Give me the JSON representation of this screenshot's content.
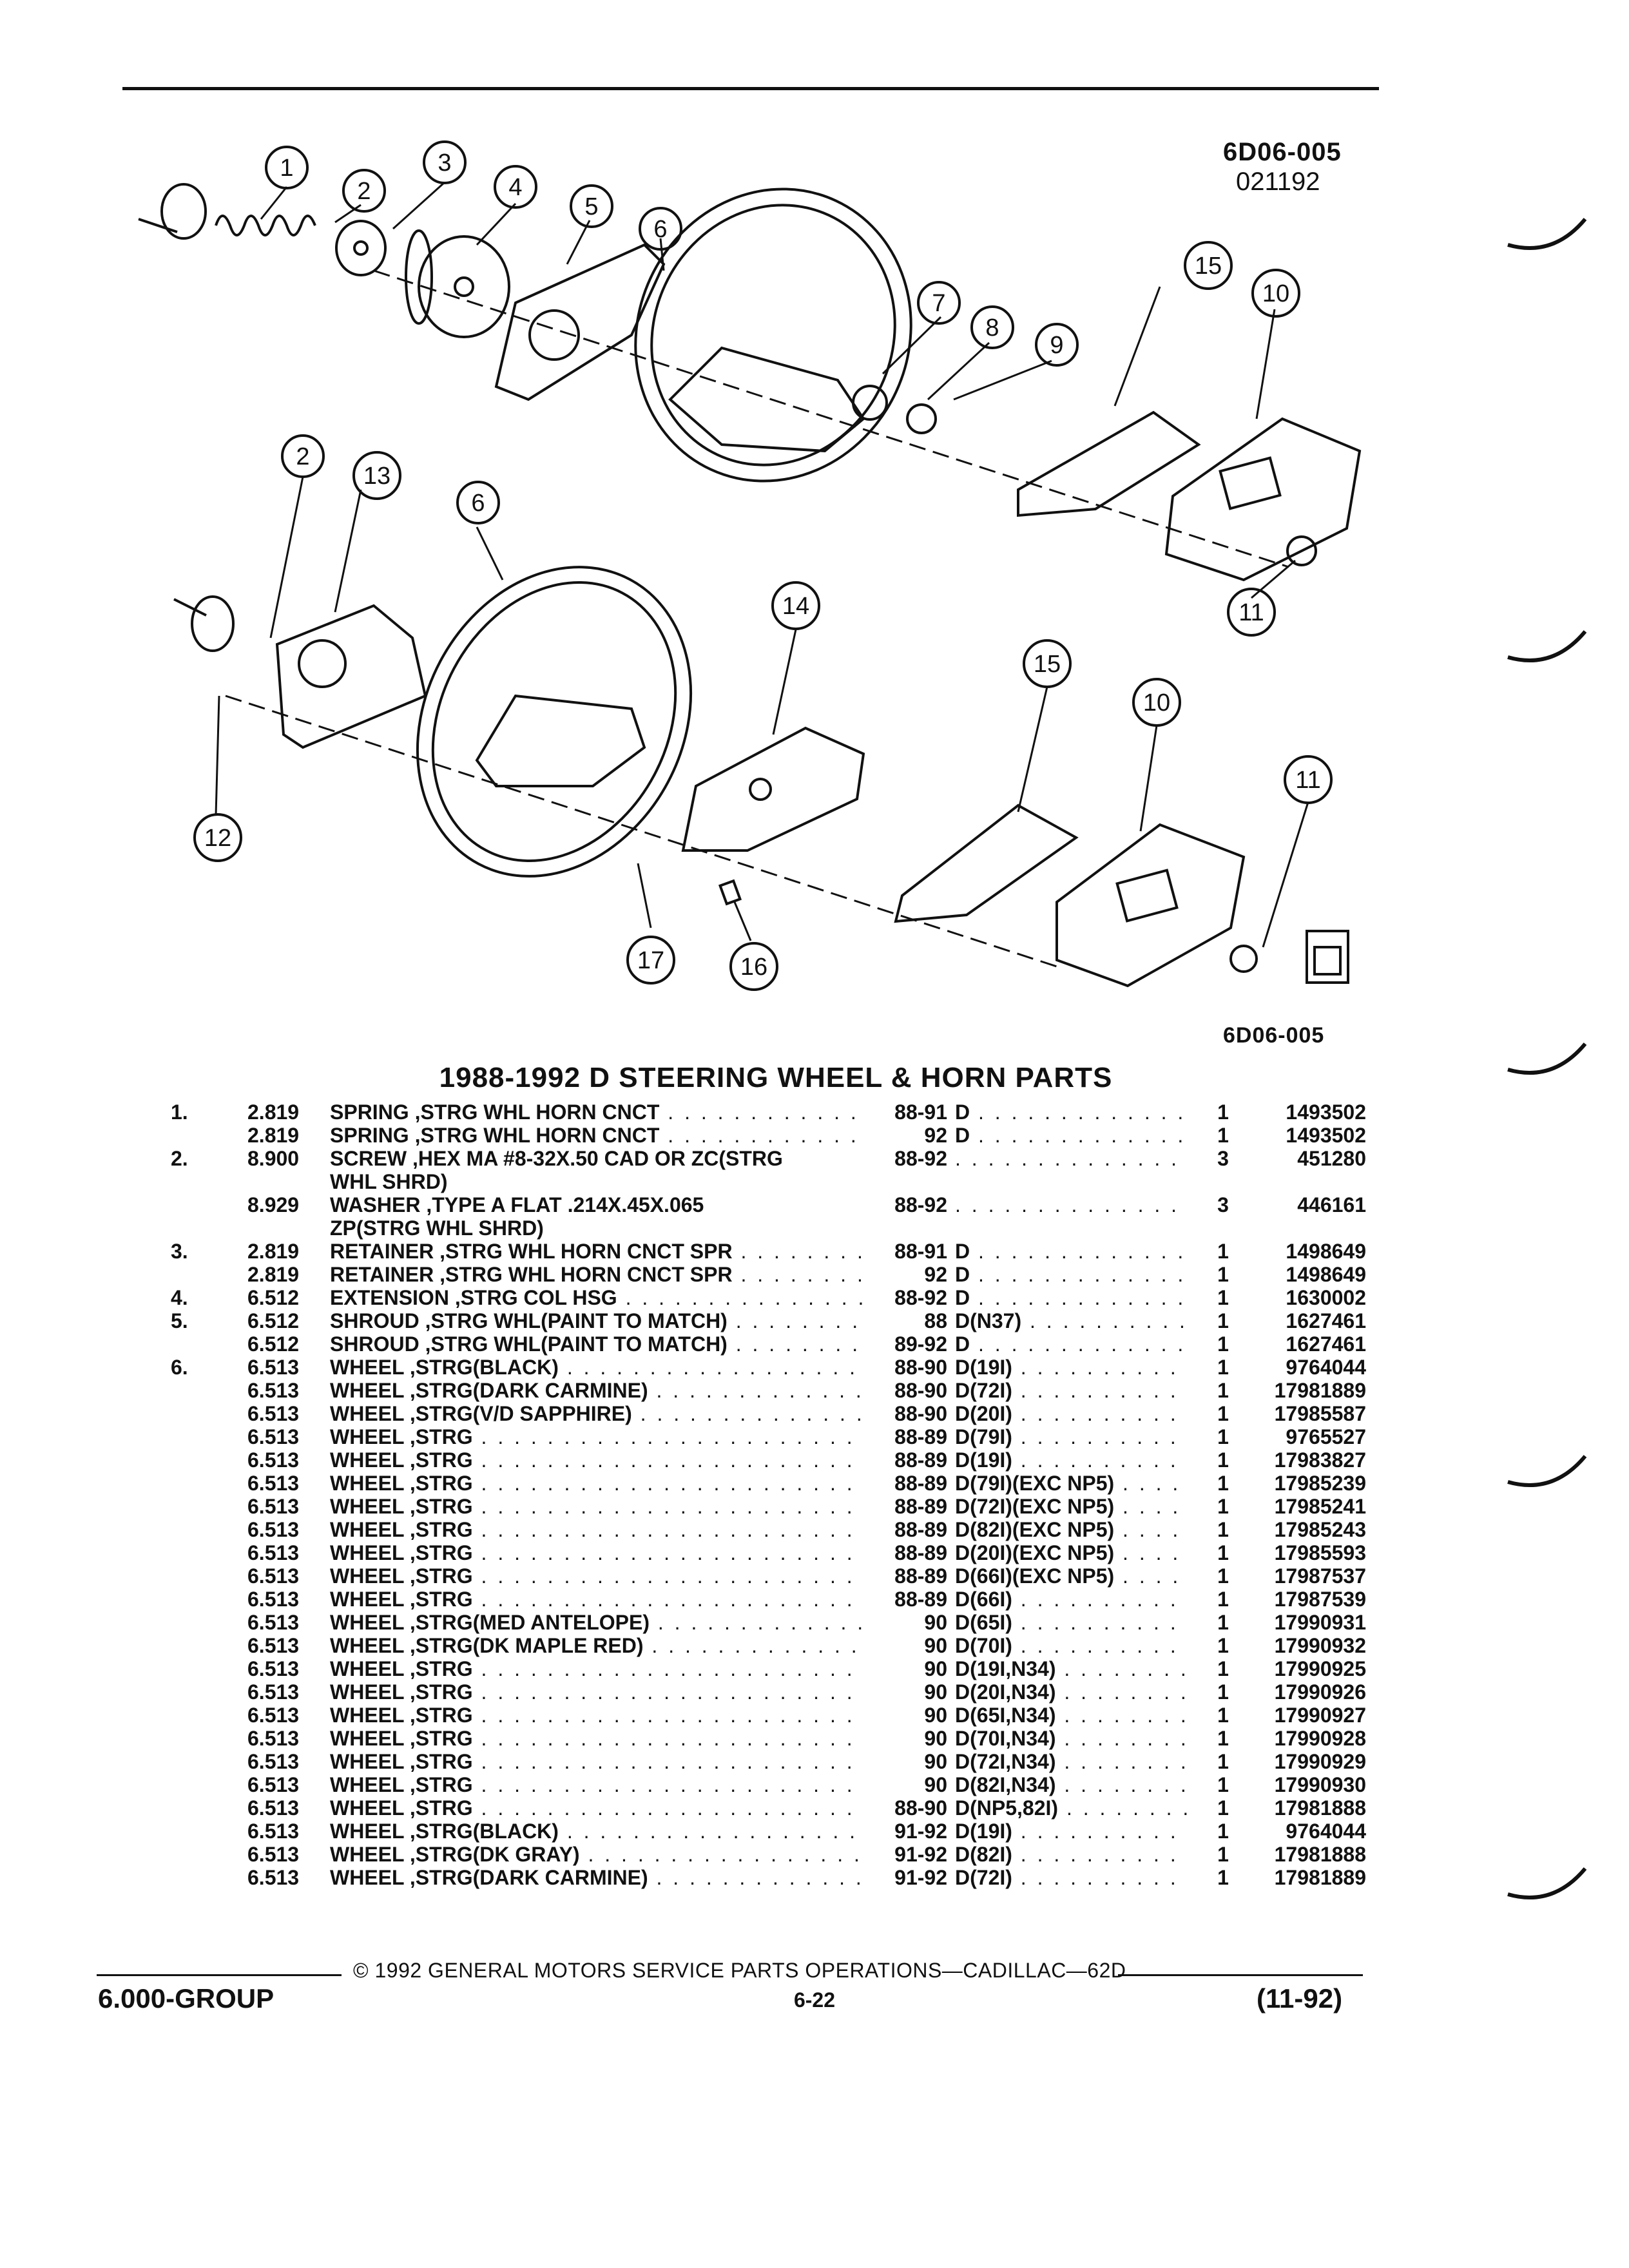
{
  "figure": {
    "code_top": "6D06-005",
    "date_top": "021192",
    "code_bottom": "6D06-005",
    "callouts": [
      "1",
      "2",
      "3",
      "4",
      "5",
      "6",
      "7",
      "8",
      "9",
      "10",
      "11",
      "12",
      "13",
      "14",
      "15",
      "16",
      "17"
    ]
  },
  "title": "1988-1992 D STEERING WHEEL & HORN PARTS",
  "parts": [
    {
      "item": "1.",
      "group": "2.819",
      "desc": "SPRING ,STRG WHL HORN CNCT",
      "years": "88-91",
      "option": "D",
      "qty": "1",
      "part": "1493502"
    },
    {
      "item": "",
      "group": "2.819",
      "desc": "SPRING ,STRG WHL HORN CNCT",
      "years": "92",
      "option": "D",
      "qty": "1",
      "part": "1493502"
    },
    {
      "item": "2.",
      "group": "8.900",
      "desc": "SCREW ,HEX MA #8-32X.50 CAD OR ZC(STRG",
      "cont": "WHL SHRD)",
      "years": "88-92",
      "option": "",
      "qty": "3",
      "part": "451280"
    },
    {
      "item": "",
      "group": "8.929",
      "desc": "WASHER ,TYPE A FLAT .214X.45X.065",
      "cont": "ZP(STRG WHL SHRD)",
      "years": "88-92",
      "option": "",
      "qty": "3",
      "part": "446161"
    },
    {
      "item": "3.",
      "group": "2.819",
      "desc": "RETAINER ,STRG WHL HORN CNCT SPR",
      "years": "88-91",
      "option": "D",
      "qty": "1",
      "part": "1498649"
    },
    {
      "item": "",
      "group": "2.819",
      "desc": "RETAINER ,STRG WHL HORN CNCT SPR",
      "years": "92",
      "option": "D",
      "qty": "1",
      "part": "1498649"
    },
    {
      "item": "4.",
      "group": "6.512",
      "desc": "EXTENSION ,STRG COL HSG",
      "years": "88-92",
      "option": "D",
      "qty": "1",
      "part": "1630002"
    },
    {
      "item": "5.",
      "group": "6.512",
      "desc": "SHROUD ,STRG WHL(PAINT TO MATCH)",
      "years": "88",
      "option": "D(N37)",
      "qty": "1",
      "part": "1627461"
    },
    {
      "item": "",
      "group": "6.512",
      "desc": "SHROUD ,STRG WHL(PAINT TO MATCH)",
      "years": "89-92",
      "option": "D",
      "qty": "1",
      "part": "1627461"
    },
    {
      "item": "6.",
      "group": "6.513",
      "desc": "WHEEL ,STRG(BLACK)",
      "years": "88-90",
      "option": "D(19I)",
      "qty": "1",
      "part": "9764044"
    },
    {
      "item": "",
      "group": "6.513",
      "desc": "WHEEL ,STRG(DARK CARMINE)",
      "years": "88-90",
      "option": "D(72I)",
      "qty": "1",
      "part": "17981889"
    },
    {
      "item": "",
      "group": "6.513",
      "desc": "WHEEL ,STRG(V/D SAPPHIRE)",
      "years": "88-90",
      "option": "D(20I)",
      "qty": "1",
      "part": "17985587"
    },
    {
      "item": "",
      "group": "6.513",
      "desc": "WHEEL ,STRG",
      "years": "88-89",
      "option": "D(79I)",
      "qty": "1",
      "part": "9765527"
    },
    {
      "item": "",
      "group": "6.513",
      "desc": "WHEEL ,STRG",
      "years": "88-89",
      "option": "D(19I)",
      "qty": "1",
      "part": "17983827"
    },
    {
      "item": "",
      "group": "6.513",
      "desc": "WHEEL ,STRG",
      "years": "88-89",
      "option": "D(79I)(EXC NP5)",
      "qty": "1",
      "part": "17985239"
    },
    {
      "item": "",
      "group": "6.513",
      "desc": "WHEEL ,STRG",
      "years": "88-89",
      "option": "D(72I)(EXC NP5)",
      "qty": "1",
      "part": "17985241"
    },
    {
      "item": "",
      "group": "6.513",
      "desc": "WHEEL ,STRG",
      "years": "88-89",
      "option": "D(82I)(EXC NP5)",
      "qty": "1",
      "part": "17985243"
    },
    {
      "item": "",
      "group": "6.513",
      "desc": "WHEEL ,STRG",
      "years": "88-89",
      "option": "D(20I)(EXC NP5)",
      "qty": "1",
      "part": "17985593"
    },
    {
      "item": "",
      "group": "6.513",
      "desc": "WHEEL ,STRG",
      "years": "88-89",
      "option": "D(66I)(EXC NP5)",
      "qty": "1",
      "part": "17987537"
    },
    {
      "item": "",
      "group": "6.513",
      "desc": "WHEEL ,STRG",
      "years": "88-89",
      "option": "D(66I)",
      "qty": "1",
      "part": "17987539"
    },
    {
      "item": "",
      "group": "6.513",
      "desc": "WHEEL ,STRG(MED ANTELOPE)",
      "years": "90",
      "option": "D(65I)",
      "qty": "1",
      "part": "17990931"
    },
    {
      "item": "",
      "group": "6.513",
      "desc": "WHEEL ,STRG(DK MAPLE RED)",
      "years": "90",
      "option": "D(70I)",
      "qty": "1",
      "part": "17990932"
    },
    {
      "item": "",
      "group": "6.513",
      "desc": "WHEEL ,STRG",
      "years": "90",
      "option": "D(19I,N34)",
      "qty": "1",
      "part": "17990925"
    },
    {
      "item": "",
      "group": "6.513",
      "desc": "WHEEL ,STRG",
      "years": "90",
      "option": "D(20I,N34)",
      "qty": "1",
      "part": "17990926"
    },
    {
      "item": "",
      "group": "6.513",
      "desc": "WHEEL ,STRG",
      "years": "90",
      "option": "D(65I,N34)",
      "qty": "1",
      "part": "17990927"
    },
    {
      "item": "",
      "group": "6.513",
      "desc": "WHEEL ,STRG",
      "years": "90",
      "option": "D(70I,N34)",
      "qty": "1",
      "part": "17990928"
    },
    {
      "item": "",
      "group": "6.513",
      "desc": "WHEEL ,STRG",
      "years": "90",
      "option": "D(72I,N34)",
      "qty": "1",
      "part": "17990929"
    },
    {
      "item": "",
      "group": "6.513",
      "desc": "WHEEL ,STRG",
      "years": "90",
      "option": "D(82I,N34)",
      "qty": "1",
      "part": "17990930"
    },
    {
      "item": "",
      "group": "6.513",
      "desc": "WHEEL ,STRG",
      "years": "88-90",
      "option": "D(NP5,82I)",
      "qty": "1",
      "part": "17981888"
    },
    {
      "item": "",
      "group": "6.513",
      "desc": "WHEEL ,STRG(BLACK)",
      "years": "91-92",
      "option": "D(19I)",
      "qty": "1",
      "part": "9764044"
    },
    {
      "item": "",
      "group": "6.513",
      "desc": "WHEEL ,STRG(DK GRAY)",
      "years": "91-92",
      "option": "D(82I)",
      "qty": "1",
      "part": "17981888"
    },
    {
      "item": "",
      "group": "6.513",
      "desc": "WHEEL ,STRG(DARK CARMINE)",
      "years": "91-92",
      "option": "D(72I)",
      "qty": "1",
      "part": "17981889"
    }
  ],
  "footer": {
    "group": "6.000-GROUP",
    "copyright": "© 1992 GENERAL MOTORS SERVICE PARTS OPERATIONS—CADILLAC—62D",
    "page": "6-22",
    "date": "(11-92)"
  }
}
